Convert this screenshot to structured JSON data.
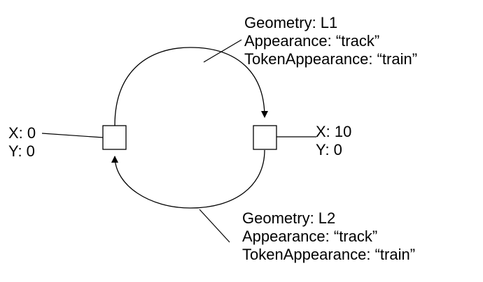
{
  "colors": {
    "background": "#ffffff",
    "stroke": "#000000"
  },
  "nodes": [
    {
      "id": "left",
      "x_label": "X: 0",
      "y_label": "Y: 0"
    },
    {
      "id": "right",
      "x_label": "X: 10",
      "y_label": "Y: 0"
    }
  ],
  "edges": [
    {
      "id": "L1",
      "from": "left",
      "to": "right",
      "lines": [
        "Geometry: L1",
        "Appearance: “track”",
        "TokenAppearance: “train”"
      ]
    },
    {
      "id": "L2",
      "from": "right",
      "to": "left",
      "lines": [
        "Geometry: L2",
        "Appearance: “track”",
        "TokenAppearance: “train”"
      ]
    }
  ]
}
